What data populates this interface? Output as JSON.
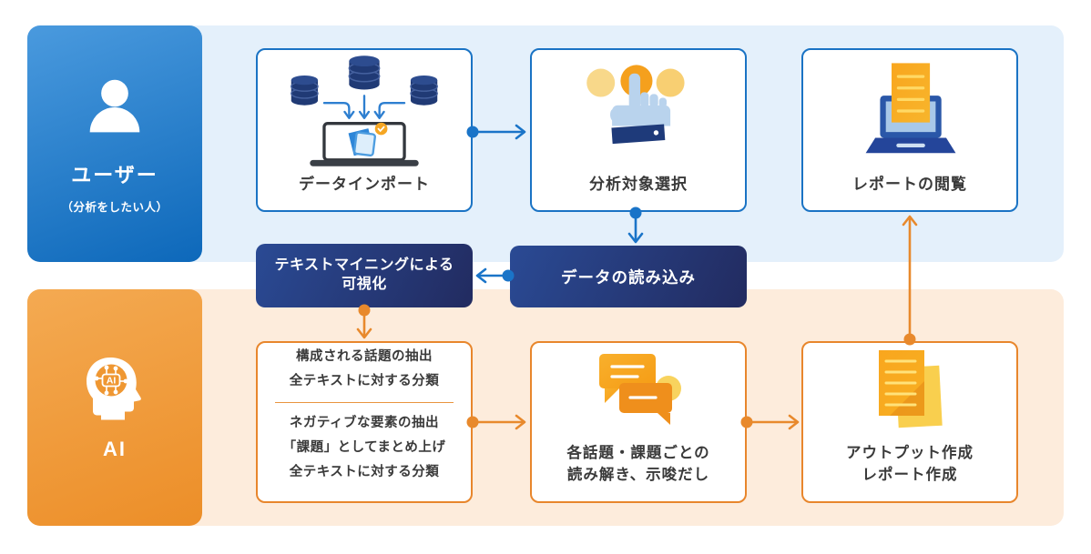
{
  "lanes": {
    "user": {
      "title": "ユーザー",
      "subtitle": "（分析をしたい人）"
    },
    "ai": {
      "title": "AI"
    }
  },
  "user_steps": {
    "import": {
      "label": "データインポート"
    },
    "select": {
      "label": "分析対象選択"
    },
    "view_report": {
      "label": "レポートの閲覧"
    }
  },
  "process_steps": {
    "text_mining": {
      "line1": "テキストマイニングによる",
      "line2": "可視化"
    },
    "data_load": {
      "label": "データの読み込み"
    }
  },
  "ai_steps": {
    "classify": {
      "group1": [
        "構成される話題の抽出",
        "全テキストに対する分類"
      ],
      "group2": [
        "ネガティブな要素の抽出",
        "「課題」としてまとめ上げ",
        "全テキストに対する分類"
      ]
    },
    "insight": {
      "line1": "各話題・課題ごとの",
      "line2": "読み解き、示唆だし"
    },
    "output": {
      "line1": "アウトプット作成",
      "line2": "レポート作成"
    }
  },
  "colors": {
    "user_band": "#e4f0fb",
    "ai_band": "#fdecdc",
    "user_card_gradient": [
      "#4a9ade",
      "#0d68ba"
    ],
    "ai_card_gradient": [
      "#f4aa52",
      "#ec8e28"
    ],
    "blue_border": "#1a73c4",
    "orange_border": "#e8862c",
    "navy_box_gradient": [
      "#2a4a94",
      "#222b60"
    ],
    "blue_arrow": "#1a74c8",
    "orange_arrow": "#e8892c",
    "label_text": "#3a3a3a"
  }
}
